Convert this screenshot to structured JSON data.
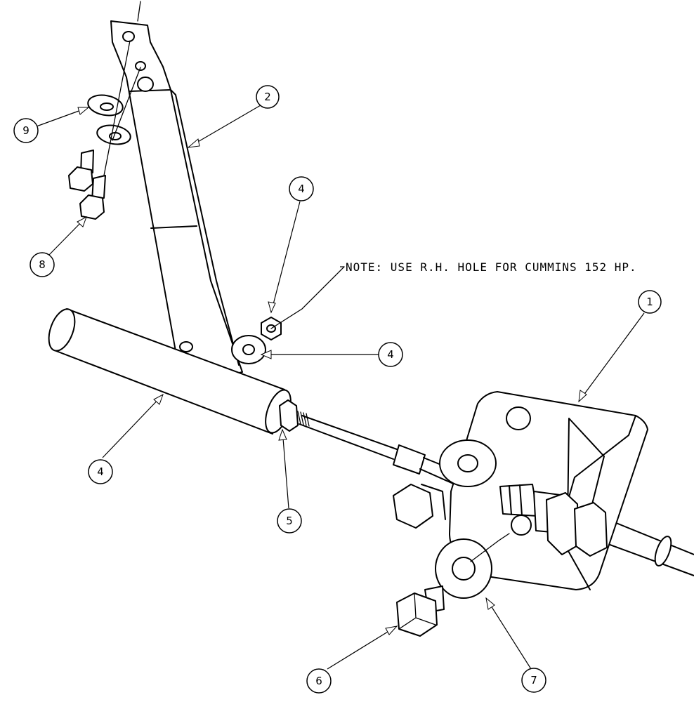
{
  "note": {
    "text": "NOTE: USE R.H. HOLE FOR CUMMINS 152 HP."
  },
  "callouts": [
    {
      "id": "callout-1",
      "label": "1",
      "part": "bracket"
    },
    {
      "id": "callout-2",
      "label": "2",
      "part": "lever arm"
    },
    {
      "id": "callout-4-nut",
      "label": "4",
      "part": "nut"
    },
    {
      "id": "callout-4-washer",
      "label": "4",
      "part": "washer"
    },
    {
      "id": "callout-4-sleeve",
      "label": "4",
      "part": "throttle cable end"
    },
    {
      "id": "callout-5",
      "label": "5",
      "part": "jam nut"
    },
    {
      "id": "callout-6",
      "label": "6",
      "part": "hex bolt"
    },
    {
      "id": "callout-7",
      "label": "7",
      "part": "flat washer"
    },
    {
      "id": "callout-8",
      "label": "8",
      "part": "hex bolt"
    },
    {
      "id": "callout-9",
      "label": "9",
      "part": "flat washer"
    }
  ]
}
